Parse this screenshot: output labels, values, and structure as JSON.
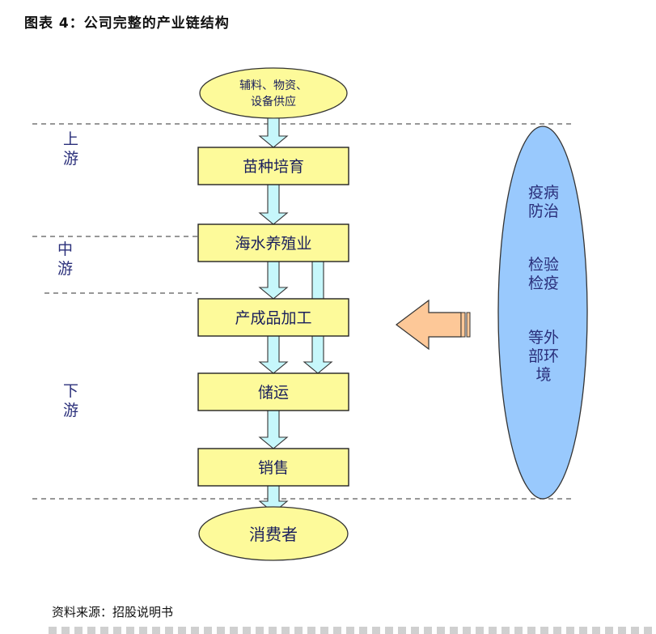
{
  "title": "图表 4：公司完整的产业链结构",
  "source": "资料来源：招股说明书",
  "colors": {
    "box_fill": "#fdfa9a",
    "box_stroke": "#222222",
    "arrow_fill": "#c6f7fb",
    "side_arrow_fill": "#fdc898",
    "external_ellipse_fill": "#99c9fd",
    "stage_label": "#2a2f7a",
    "divider": "#777777"
  },
  "stages": [
    {
      "label_line1": "上",
      "label_line2": "游"
    },
    {
      "label_line1": "中",
      "label_line2": "游"
    },
    {
      "label_line1": "下",
      "label_line2": "游"
    }
  ],
  "input_node": {
    "line1": "辅料、物资、",
    "line2": "设备供应"
  },
  "chain": [
    {
      "label": "苗种培育"
    },
    {
      "label": "海水养殖业"
    },
    {
      "label": "产成品加工"
    },
    {
      "label": "储运"
    },
    {
      "label": "销售"
    }
  ],
  "output_node": {
    "label": "消费者"
  },
  "external": {
    "groups": [
      {
        "lines": [
          "疫病",
          "防治"
        ]
      },
      {
        "lines": [
          "检验",
          "检疫"
        ]
      },
      {
        "lines": [
          "等外",
          "部环",
          "境"
        ]
      }
    ]
  }
}
